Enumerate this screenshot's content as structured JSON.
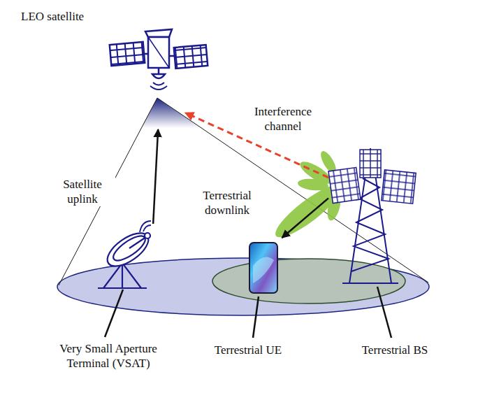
{
  "diagram": {
    "nodes": [
      {
        "text": [
          "LEO satellite"
        ]
      },
      {
        "text": [
          "Very Small Aperture Terminal (VSAT)"
        ]
      },
      {
        "text": [
          "Terrestrial UE"
        ]
      },
      {
        "text": [
          "Terrestrial BS"
        ]
      }
    ],
    "edges": [
      {
        "from": 1,
        "to": 0,
        "arrow": "to",
        "label": "Satellite uplink"
      },
      {
        "from": 3,
        "to": 2,
        "arrow": "to",
        "label": "Terrestrial downlink"
      },
      {
        "from": 3,
        "to": 0,
        "arrow": "to",
        "label": "Interference channel"
      }
    ]
  }
}
